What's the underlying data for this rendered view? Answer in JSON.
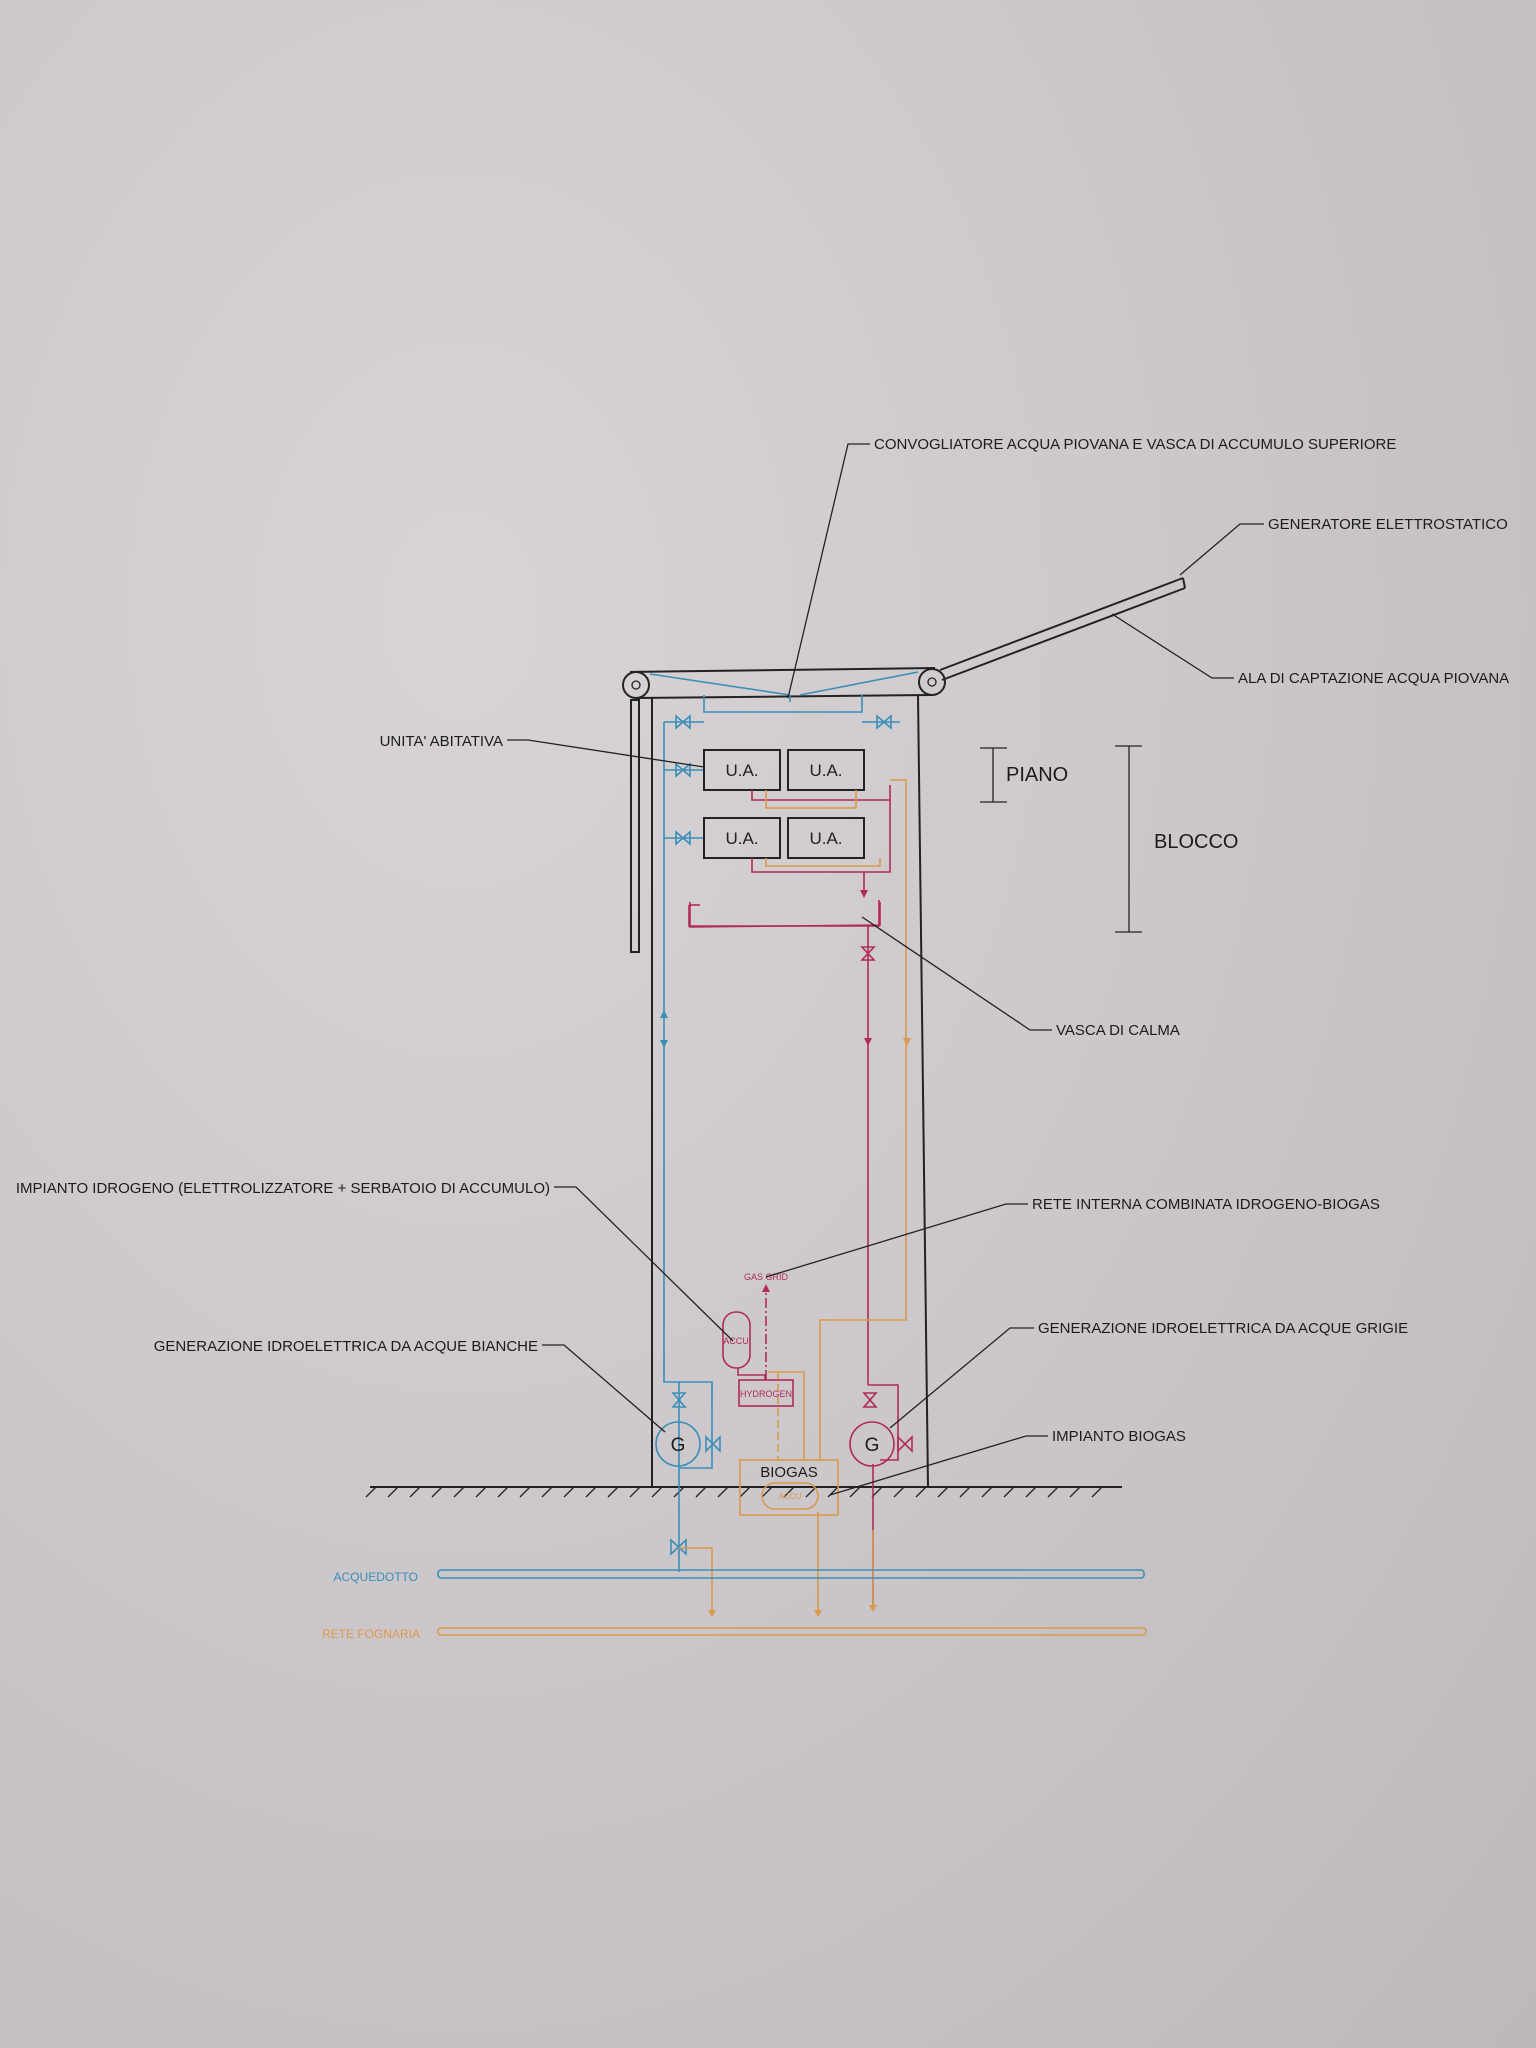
{
  "labels": {
    "convogliatore": "CONVOGLIATORE ACQUA PIOVANA E VASCA DI ACCUMULO SUPERIORE",
    "generatore_elettrostatico": "GENERATORE ELETTROSTATICO",
    "ala_captazione": "ALA DI CAPTAZIONE ACQUA PIOVANA",
    "unita_abitativa": "UNITA' ABITATIVA",
    "piano": "PIANO",
    "blocco": "BLOCCO",
    "vasca_calma": "VASCA DI CALMA",
    "impianto_idrogeno": "IMPIANTO IDROGENO (ELETTROLIZZATORE + SERBATOIO DI ACCUMULO)",
    "rete_interna": "RETE INTERNA COMBINATA IDROGENO-BIOGAS",
    "gen_bianche": "GENERAZIONE IDROELETTRICA DA ACQUE BIANCHE",
    "gen_grigie": "GENERAZIONE IDROELETTRICA DA ACQUE GRIGIE",
    "impianto_biogas": "IMPIANTO BIOGAS",
    "acquedotto": "ACQUEDOTTO",
    "rete_fognaria": "RETE FOGNARIA"
  },
  "components": {
    "ua": [
      "U.A.",
      "U.A.",
      "U.A.",
      "U.A."
    ],
    "generator": "G",
    "accu": "ACCU",
    "hydrogen": "HYDROGEN",
    "gas_grid": "GAS GRID",
    "biogas": "BIOGAS"
  },
  "colors": {
    "white_water": "#3a8fb8",
    "grey_water": "#b02a5a",
    "sewer": "#d99a4e",
    "structure": "#222222"
  }
}
